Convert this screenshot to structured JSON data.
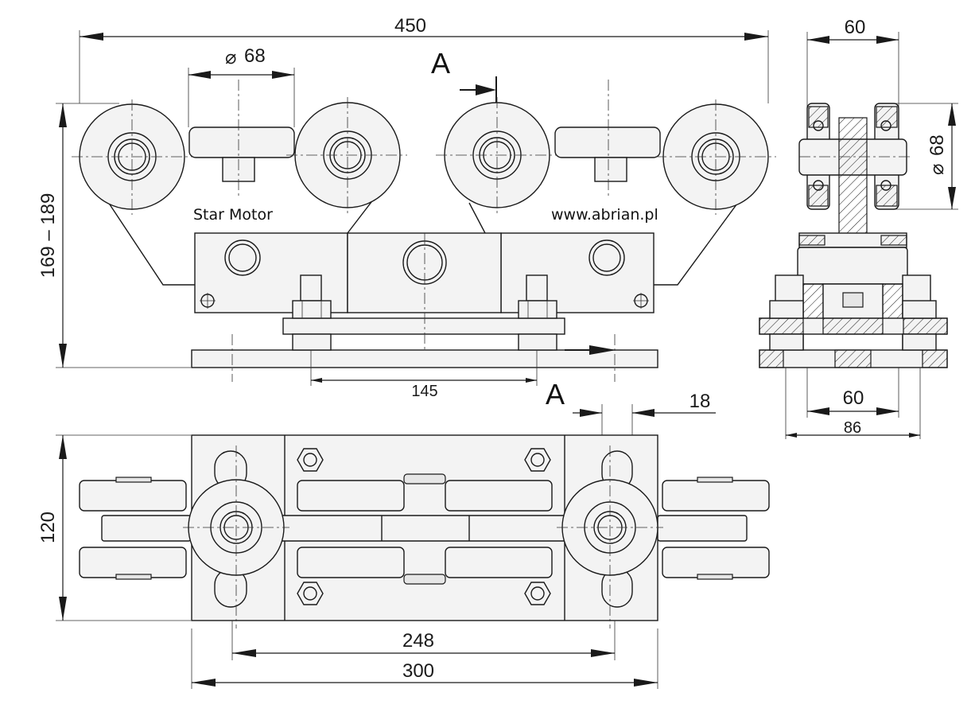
{
  "brand": {
    "company": "Star Motor",
    "website": "www.abrian.pl"
  },
  "section_marker": "A",
  "dimensions": {
    "overall_length": "450",
    "wheel_diameter": "68",
    "diameter_symbol": "⌀",
    "height_range": "169 – 189",
    "bolt_spacing": "145",
    "side_width": "60",
    "side_wheel_diameter": "68",
    "side_bottom_width": "60",
    "side_plate_width": "86",
    "slot_width": "18",
    "plan_width": "120",
    "plan_hole_spacing": "248",
    "plan_length": "300"
  }
}
